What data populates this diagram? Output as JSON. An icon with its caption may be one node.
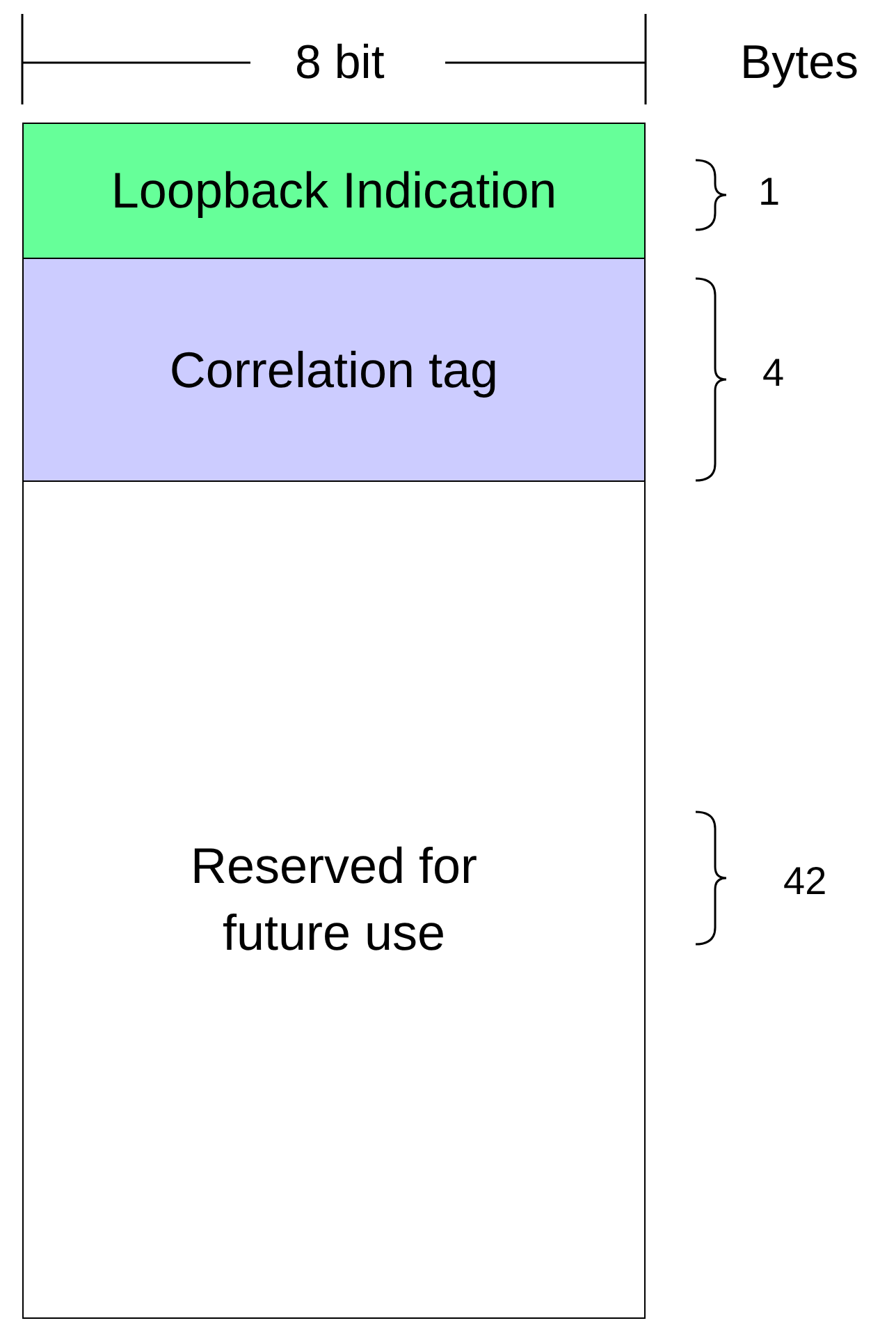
{
  "diagram": {
    "nodes": [
      {
        "text": [
          "Loopback Indication"
        ],
        "beside": [
          "1"
        ]
      },
      {
        "text": [
          "Correlation tag"
        ],
        "beside": [
          "4"
        ]
      },
      {
        "text": [
          "Reserved for future use"
        ],
        "beside": [
          "42"
        ]
      }
    ],
    "labels": [
      "8 bit",
      "Bytes"
    ]
  }
}
